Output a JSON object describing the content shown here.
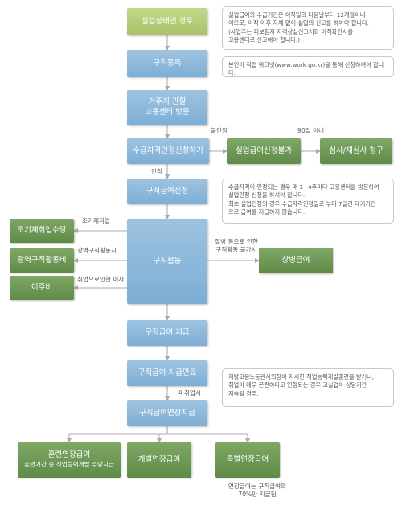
{
  "nodes": {
    "unemployed": "실업상태인 경우",
    "job_register": "구직등록",
    "local_center_line1": "거주지 관할",
    "local_center_line2": "고용센터 방문",
    "eligibility_apply": "수급자격인정신청하기",
    "unemployment_appeal": "실업급여신청불가",
    "review_claim": "심사/재심사 청구",
    "job_benefit_apply": "구직급여신청",
    "job_activity": "구직활동",
    "early_reemployment": "조기재취업수당",
    "wide_area_job": "광역구직활동비",
    "relocation": "이주비",
    "sickness_benefit": "상병급여",
    "job_benefit_pay": "구직급여 지급",
    "job_benefit_end": "구직급여 지급만료",
    "extension_benefit": "구직급여연장지급",
    "training_ext_line1": "훈련연장급여",
    "training_ext_line2": "훈련기간 중 직업능력개발 수당지급",
    "individual_ext": "개별연장급여",
    "special_ext": "특별연장급여"
  },
  "labels": {
    "not_approved": "불인정",
    "within_90": "90일 이내",
    "approved": "인정",
    "early_reemploy": "조기재취업",
    "wide_area": "광역구직활동시",
    "move": "취업으로인한 이사",
    "sickness_line1": "질병 등으로 인한",
    "sickness_line2": "구직활동 불가시",
    "not_employed": "미취업시",
    "extension_note_line1": "연장급여는 구직급여의",
    "extension_note_line2": "70%만 지급됨"
  },
  "notes": {
    "period": [
      "실업급여의 수급기간은 이직일의 다음날부터 12개월이내",
      "이므로, 이직 이후 지체 없이 실업의 신고를 하여야 합니다.",
      "(사업주는 피보험자 자격상실신고서와 이직확인서를",
      "고용센터로 신고해야 합니다.)"
    ],
    "worknet": [
      "본인이 직접 워크넷(www.work.go.kr)을 통해 신청하여야 합니다."
    ],
    "recognition": [
      "수급자격이 인정되는 경우 매 1~4주마다 고용센터를 방문하여",
      "실업인정 신청을 하셔야 합니다.",
      "최초 실업인정의 경우 수급자격인정일로 부터 7일간 대기기간",
      "으로 급여를 지급하지 않습니다."
    ],
    "extension": [
      "지방고용노동관서의장이 지시한 직업능력개발훈련을 받거나,",
      "취업이 매우 곤란하다고 인정되는 경우 고실업이 상당기간",
      "지속될 경우."
    ]
  },
  "colors": {
    "blue": "#8db8dc",
    "green": "#6b9552",
    "lime": "#b5cc74",
    "line": "#a9a9a9"
  }
}
